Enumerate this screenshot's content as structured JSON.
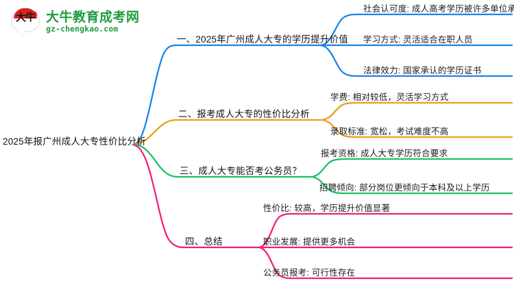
{
  "logo": {
    "mark_text": "大牛",
    "title": "大牛教育成考网",
    "url": "gz-chengkao.com"
  },
  "mindmap": {
    "root": {
      "label": "2025年报广州成人大专性价比分析"
    },
    "branches": [
      {
        "label": "一、2025年广州成人大专的学历提升价值",
        "color": "#1b84e8",
        "children": [
          {
            "label": "社会认可度: 成人高考学历被许多单位承认"
          },
          {
            "label": "学习方式: 灵活适合在职人员"
          },
          {
            "label": "法律效力: 国家承认的学历证书"
          }
        ]
      },
      {
        "label": "二、报考成人大专的性价比分析",
        "color": "#e9a01b",
        "children": [
          {
            "label": "学费: 相对较低，灵活学习方式"
          },
          {
            "label": "录取标准: 宽松，考试难度不高"
          }
        ]
      },
      {
        "label": "三、成人大专能否考公务员？",
        "color": "#19c268",
        "children": [
          {
            "label": "报考资格: 成人大专学历符合要求"
          },
          {
            "label": "招聘倾向: 部分岗位更倾向于本科及以上学历"
          }
        ]
      },
      {
        "label": "四、总结",
        "color": "#f31f7e",
        "children": [
          {
            "label": "性价比: 较高，学历提升价值显著"
          },
          {
            "label": "职业发展: 提供更多机会"
          },
          {
            "label": "公务员报考: 可行性存在"
          }
        ]
      }
    ]
  }
}
